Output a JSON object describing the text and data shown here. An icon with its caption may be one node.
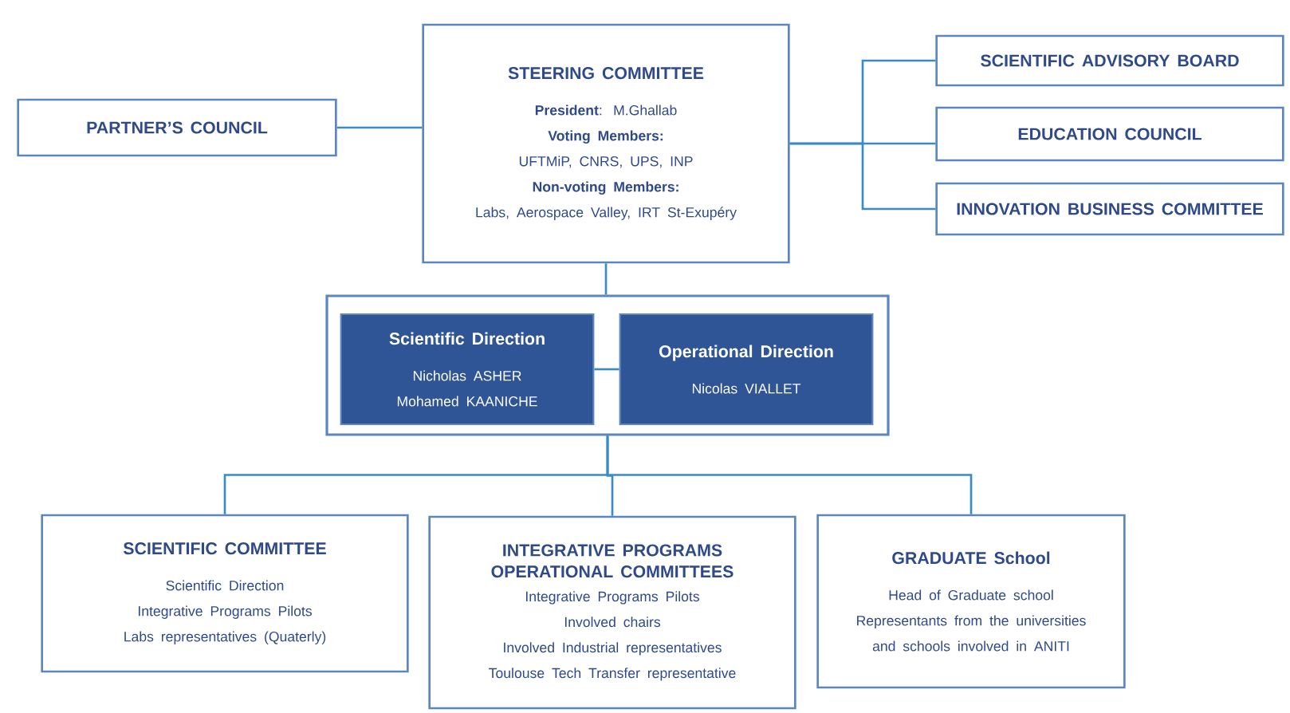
{
  "diagram": {
    "nodes": [
      {
        "text": [
          "STEERING COMMITTEE",
          "**President**: M.Ghallab",
          "Voting Members:",
          "UFTMiP, CNRS, UPS, INP",
          "Non-voting Members:",
          "Labs, Aerospace Valley, IRT St-Exupéry"
        ]
      },
      {
        "text": [
          "PARTNER’S COUNCIL"
        ]
      },
      {
        "text": [
          "SCIENTIFIC ADVISORY BOARD"
        ]
      },
      {
        "text": [
          "EDUCATION COUNCIL"
        ]
      },
      {
        "text": [
          "INNOVATION BUSINESS COMMITTEE"
        ]
      },
      {
        "text": [],
        "shape": "box"
      },
      {
        "text": [
          "Scientific Direction",
          "Nicholas ASHER",
          "Mohamed KAANICHE"
        ],
        "in": 5
      },
      {
        "text": [
          "Operational Direction",
          "Nicolas VIALLET"
        ],
        "in": 5
      },
      {
        "text": [
          "SCIENTIFIC COMMITTEE",
          "Scientific Direction",
          "Integrative Programs Pilots",
          "Labs representatives (Quaterly)"
        ]
      },
      {
        "text": [
          "INTEGRATIVE PROGRAMS OPERATIONAL COMMITTEES",
          "Integrative Programs Pilots",
          "Involved chairs",
          "Involved Industrial representatives",
          "Toulouse Tech Transfer representative"
        ]
      },
      {
        "text": [
          "GRADUATE School",
          "Head of Graduate school",
          "Representants from the universities and schools involved in ANITI"
        ]
      }
    ],
    "edges": [
      {
        "from": 1,
        "to": 0,
        "arrow": "none"
      },
      {
        "from": 0,
        "to": 2,
        "arrow": "none"
      },
      {
        "from": 0,
        "to": 3,
        "arrow": "none"
      },
      {
        "from": 0,
        "to": 4,
        "arrow": "none"
      },
      {
        "from": 0,
        "to": 5,
        "arrow": "none"
      },
      {
        "from": 6,
        "to": 7,
        "arrow": "none"
      },
      {
        "from": 5,
        "to": 8,
        "arrow": "none"
      },
      {
        "from": 5,
        "to": 9,
        "arrow": "none"
      },
      {
        "from": 5,
        "to": 10,
        "arrow": "none"
      }
    ]
  }
}
